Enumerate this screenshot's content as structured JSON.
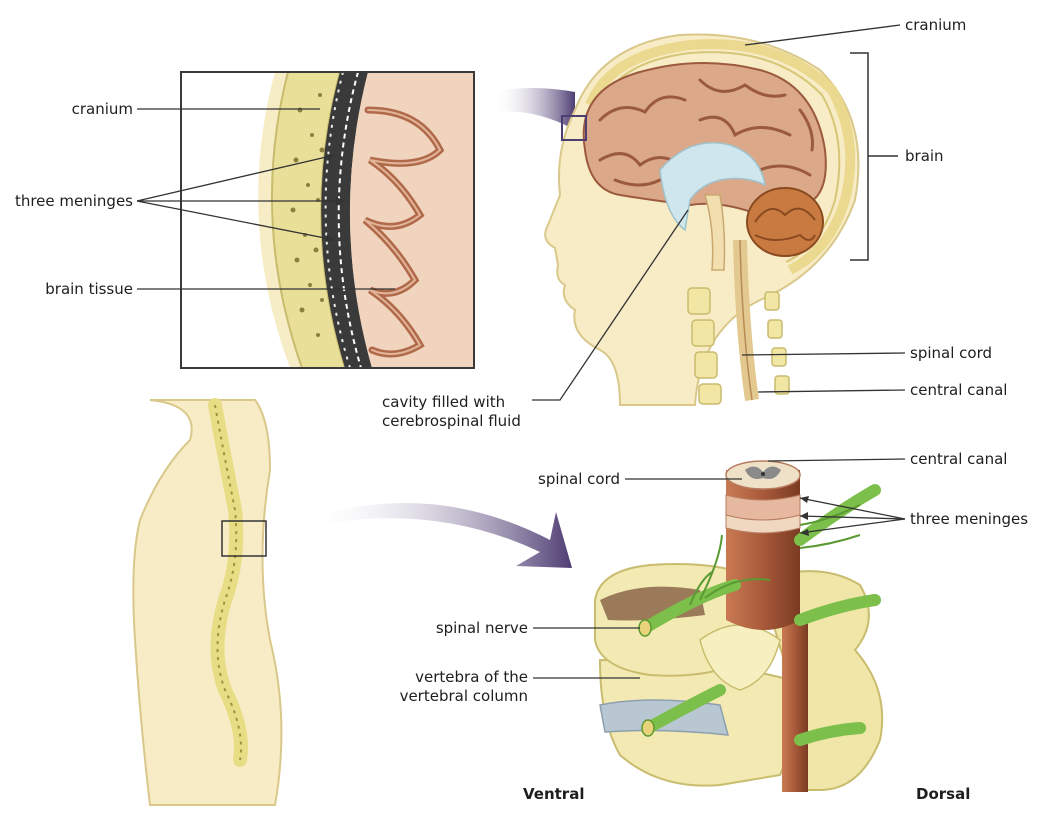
{
  "labels": {
    "cranium_inset": "cranium",
    "three_meninges_inset": "three meninges",
    "brain_tissue": "brain tissue",
    "cranium_head": "cranium",
    "brain": "brain",
    "spinal_cord_head": "spinal cord",
    "central_canal_head": "central canal",
    "cavity_line1": "cavity filled with",
    "cavity_line2": "cerebrospinal fluid",
    "spinal_cord_vert": "spinal cord",
    "central_canal_vert": "central canal",
    "three_meninges_vert": "three meninges",
    "spinal_nerve": "spinal nerve",
    "vertebra_line1": "vertebra of the",
    "vertebra_line2": "vertebral column",
    "ventral": "Ventral",
    "dorsal": "Dorsal"
  },
  "colors": {
    "bone": "#f2eab2",
    "bone_dark": "#c9bc6e",
    "brain": "#dba98a",
    "brain_fold": "#b06a4a",
    "cerebellum": "#c87a40",
    "csf": "#cfe6ec",
    "skin": "#f8ecc6",
    "nerve": "#7cbf4a",
    "cord": "#a8593a",
    "disc": "#b9c7d3",
    "arrow": "#4e3d73",
    "line": "#333333"
  }
}
